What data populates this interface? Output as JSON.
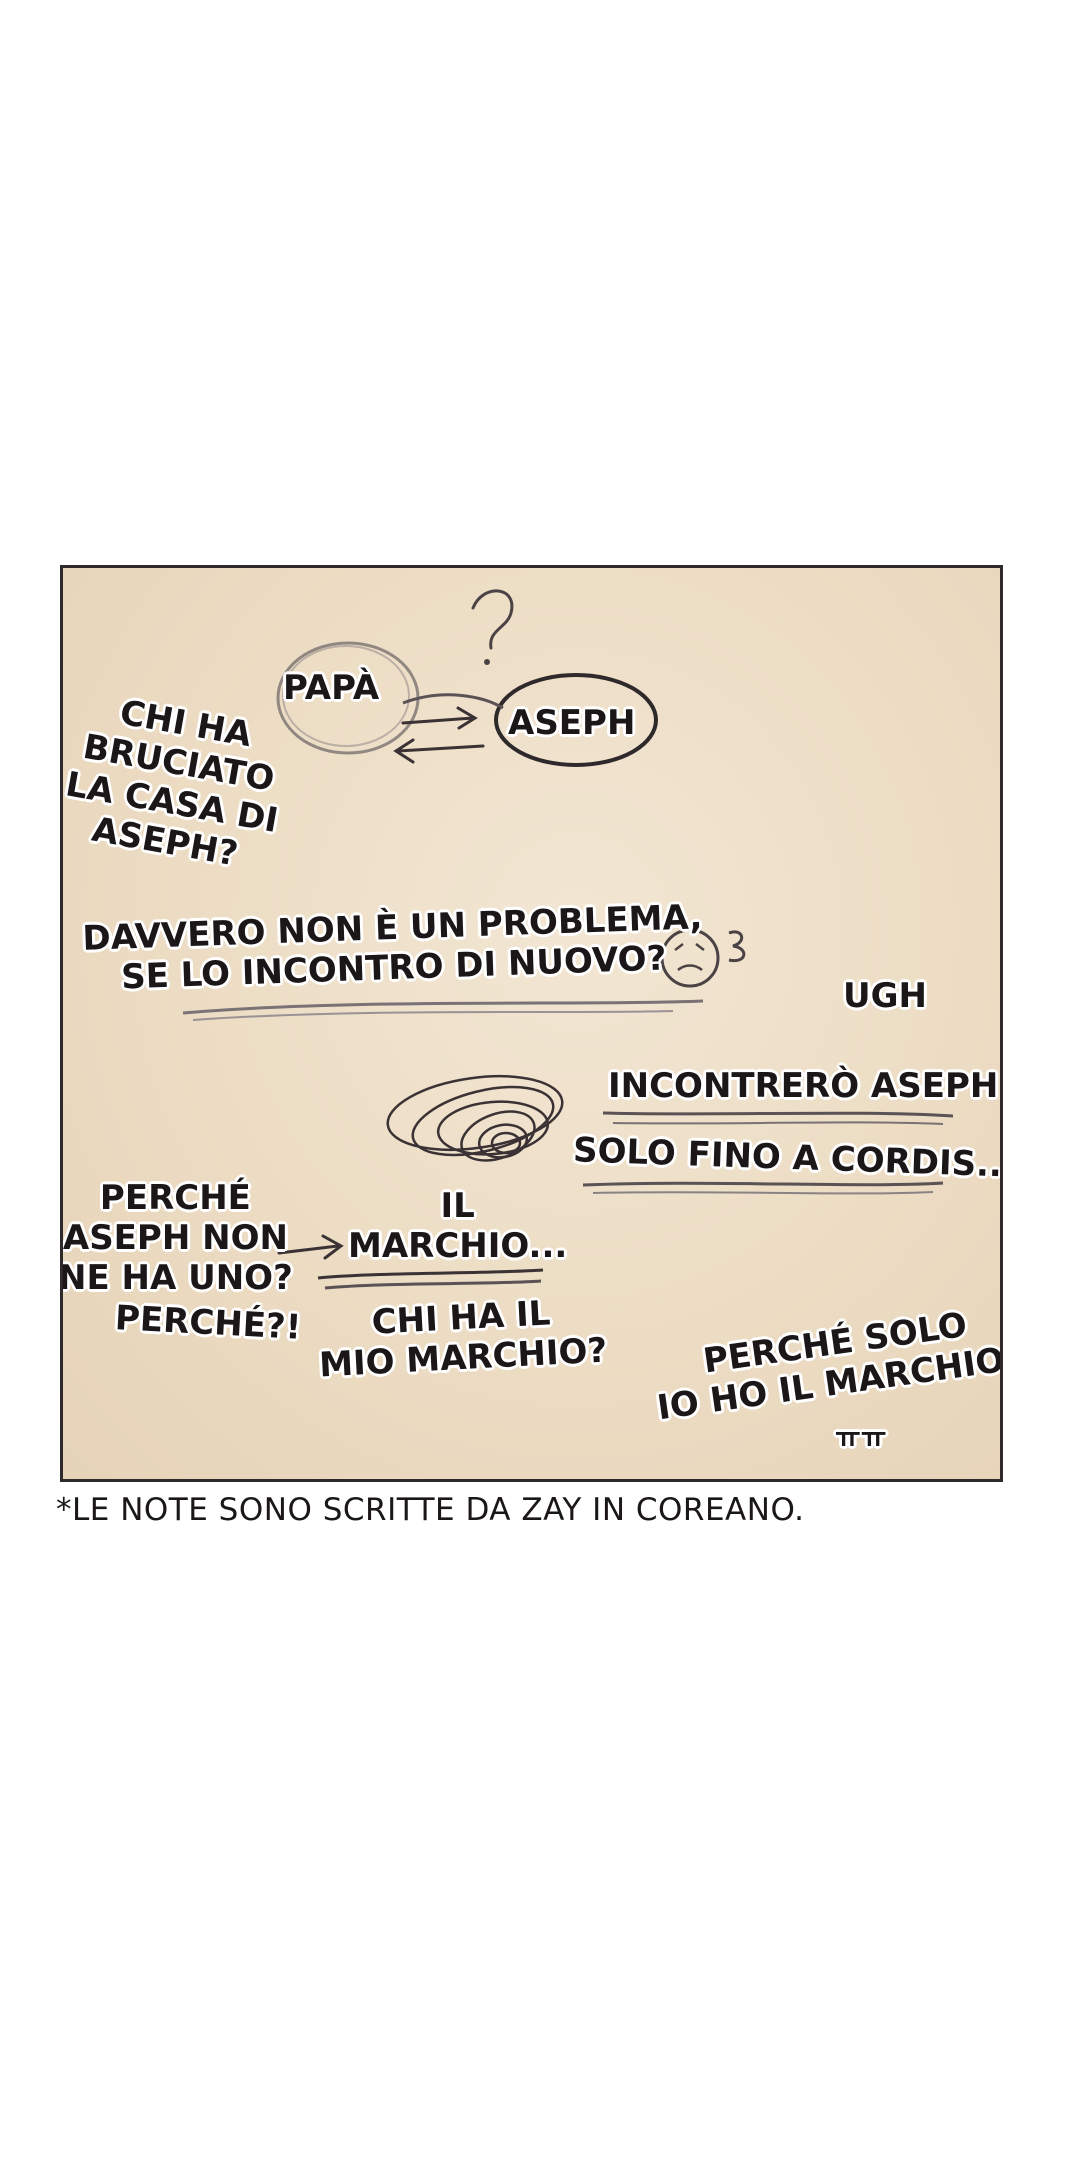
{
  "notes": {
    "papa": "PAPÀ",
    "aseph": "ASEPH",
    "burned": [
      "CHI HA",
      "BRUCIATO",
      "LA CASA DI",
      "ASEPH?"
    ],
    "problem": [
      "DAVVERO NON È UN PROBLEMA,",
      "SE LO INCONTRO DI NUOVO?"
    ],
    "ugh": "UGH",
    "meet": "INCONTRERÒ ASEPH",
    "until": "SOLO FINO A CORDIS...",
    "why_none": [
      "PERCHÉ",
      "ASEPH NON",
      "NE HA UNO?"
    ],
    "mark": [
      "IL",
      "MARCHIO..."
    ],
    "why": "PERCHÉ?!",
    "who_mark": [
      "CHI HA IL",
      "MIO MARCHIO?"
    ],
    "only_me": [
      "PERCHÉ SOLO",
      "IO HO IL MARCHIO?"
    ],
    "crying": "ㅠㅠ"
  },
  "footnote": "*LE NOTE SONO SCRITTE DA ZAY IN COREANO.",
  "colors": {
    "paper": "#ecdcc3",
    "ink": "#3a3234",
    "border": "#2e2a2b"
  }
}
